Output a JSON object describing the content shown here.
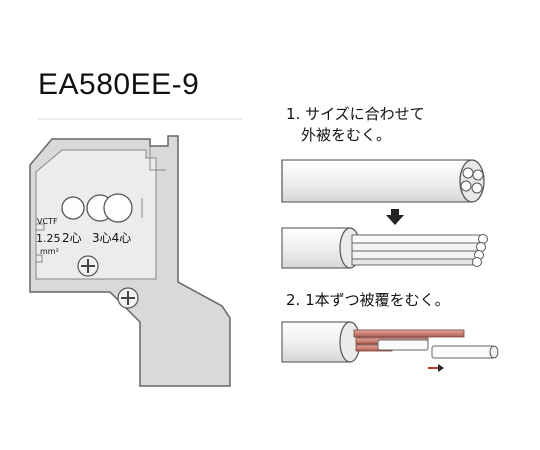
{
  "model": "EA580EE-9",
  "tool": {
    "vctf": "VCTF",
    "size": "1.25",
    "unit": "mm²",
    "two_core": "2心",
    "three_four_core": "3心4心"
  },
  "steps": {
    "step1_line1": "1. サイズに合わせて",
    "step1_line2": "外被をむく。",
    "step2": "2. 1本ずつ被覆をむく。"
  }
}
